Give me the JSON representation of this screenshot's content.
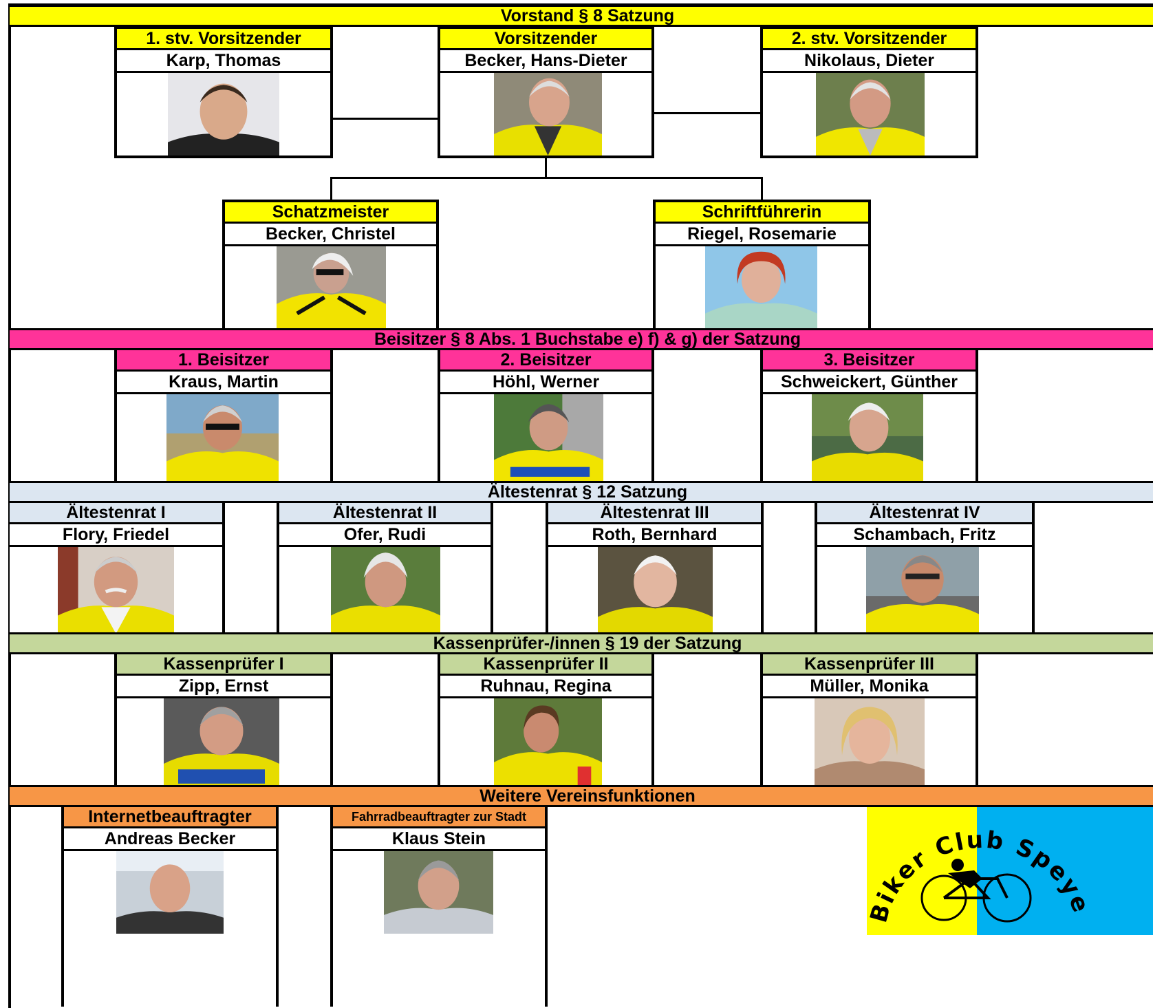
{
  "colors": {
    "vorstand": "#ffff00",
    "beisitzer": "#ff3399",
    "aeltestenrat": "#dce6f1",
    "kassenpruefer": "#c4d79b",
    "weitere": "#f79646",
    "logo_yellow": "#ffff00",
    "logo_blue": "#00b0f0"
  },
  "sections": {
    "vorstand": "Vorstand § 8 Satzung",
    "beisitzer": "Beisitzer § 8 Abs. 1 Buchstabe e) f) & g) der Satzung",
    "aeltestenrat": "Ältestenrat § 12 Satzung",
    "kassenpruefer": "Kassenprüfer-/innen § 19 der Satzung",
    "weitere": "Weitere Vereinsfunktionen"
  },
  "vorstand": [
    {
      "role": "1. stv. Vorsitzender",
      "name": "Karp, Thomas"
    },
    {
      "role": "Vorsitzender",
      "name": "Becker, Hans-Dieter"
    },
    {
      "role": "2. stv. Vorsitzender",
      "name": "Nikolaus, Dieter"
    },
    {
      "role": "Schatzmeister",
      "name": "Becker, Christel"
    },
    {
      "role": "Schriftführerin",
      "name": "Riegel, Rosemarie"
    }
  ],
  "beisitzer": [
    {
      "role": "1. Beisitzer",
      "name": "Kraus, Martin"
    },
    {
      "role": "2. Beisitzer",
      "name": "Höhl, Werner"
    },
    {
      "role": "3. Beisitzer",
      "name": "Schweickert, Günther"
    }
  ],
  "aeltestenrat": [
    {
      "role": "Ältestenrat I",
      "name": "Flory, Friedel"
    },
    {
      "role": "Ältestenrat II",
      "name": "Ofer, Rudi"
    },
    {
      "role": "Ältestenrat III",
      "name": "Roth, Bernhard"
    },
    {
      "role": "Ältestenrat IV",
      "name": "Schambach, Fritz"
    }
  ],
  "kassenpruefer": [
    {
      "role": "Kassenprüfer I",
      "name": "Zipp, Ernst"
    },
    {
      "role": "Kassenprüfer II",
      "name": "Ruhnau, Regina"
    },
    {
      "role": "Kassenprüfer III",
      "name": "Müller, Monika"
    }
  ],
  "weitere": [
    {
      "role": "Internetbeauftragter",
      "name": "Andreas Becker"
    },
    {
      "role": "Fahrradbeauftragter zur Stadt",
      "name": "Klaus Stein"
    }
  ],
  "logo": {
    "text": "Biker Club Speyer e.V."
  }
}
